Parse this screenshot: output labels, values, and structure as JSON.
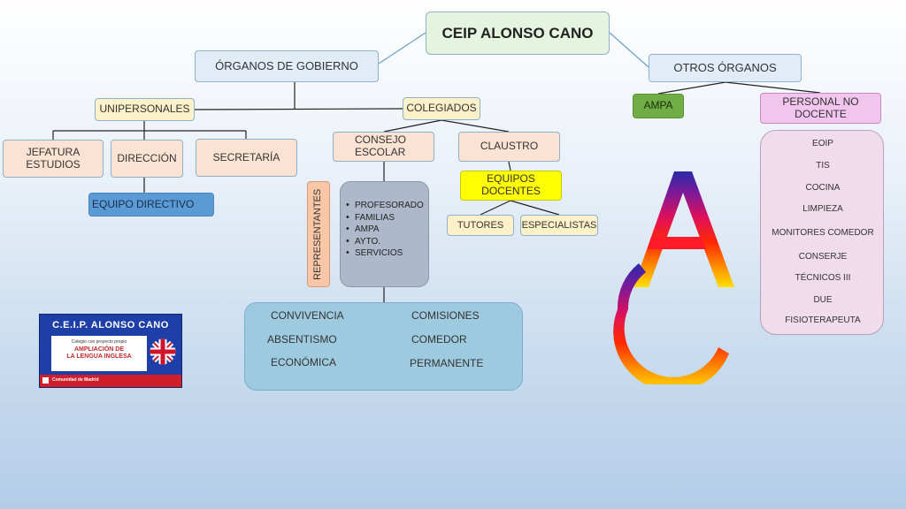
{
  "root": {
    "title": "CEIP ALONSO CANO"
  },
  "organos_gobierno": {
    "title": "ÓRGANOS DE GOBIERNO",
    "unipersonales": {
      "title": "UNIPERSONALES",
      "items": [
        "JEFATURA ESTUDIOS",
        "DIRECCIÓN",
        "SECRETARÍA"
      ],
      "equipo_directivo": "EQUIPO DIRECTIVO"
    },
    "colegiados": {
      "title": "COLEGIADOS",
      "consejo_escolar": "CONSEJO ESCOLAR",
      "representantes": "REPRESENTANTES",
      "miembros": [
        "PROFESORADO",
        "FAMILIAS",
        "AMPA",
        "AYTO.",
        "SERVICIOS"
      ],
      "comisiones": [
        "CONVIVENCIA",
        "ABSENTISMO",
        "ECONÓMICA",
        "COMISIONES",
        "COMEDOR",
        "PERMANENTE"
      ],
      "claustro": "CLAUSTRO",
      "equipos_docentes": "EQUIPOS DOCENTES",
      "equipos_items": [
        "TUTORES",
        "ESPECIALISTAS"
      ]
    }
  },
  "otros_organos": {
    "title": "OTROS ÓRGANOS",
    "ampa": "AMPA",
    "personal_no_docente": {
      "title": "PERSONAL NO DOCENTE",
      "items": [
        "EOIP",
        "TIS",
        "COCINA",
        "LIMPIEZA",
        "MONITORES COMEDOR",
        "CONSERJE",
        "TÉCNICOS III",
        "DUE",
        "FISIOTERAPEUTA"
      ]
    }
  },
  "school_logo": {
    "title": "C.E.I.P. ALONSO CANO",
    "subtitle": "Colegio con proyecto propio",
    "program_line1": "AMPLIACIÓN DE",
    "program_line2": "LA LENGUA INGLESA",
    "footer": "Comunidad de Madrid"
  },
  "colors": {
    "root_fill": "#e4f4de",
    "level1_fill": "#e2ecf7",
    "level2_fill": "#fdf1c9",
    "leaf_fill": "#fbe3d4",
    "equipo_directivo_fill": "#5b9bd5",
    "equipos_docentes_fill": "#ffff00",
    "representantes_fill": "#f9c6a7",
    "miembros_fill": "#adb9ca",
    "comisiones_fill": "#9ecae0",
    "ampa_fill": "#70ad47",
    "personal_fill": "#f1c5ee",
    "staff_fill": "#f0dcea"
  }
}
